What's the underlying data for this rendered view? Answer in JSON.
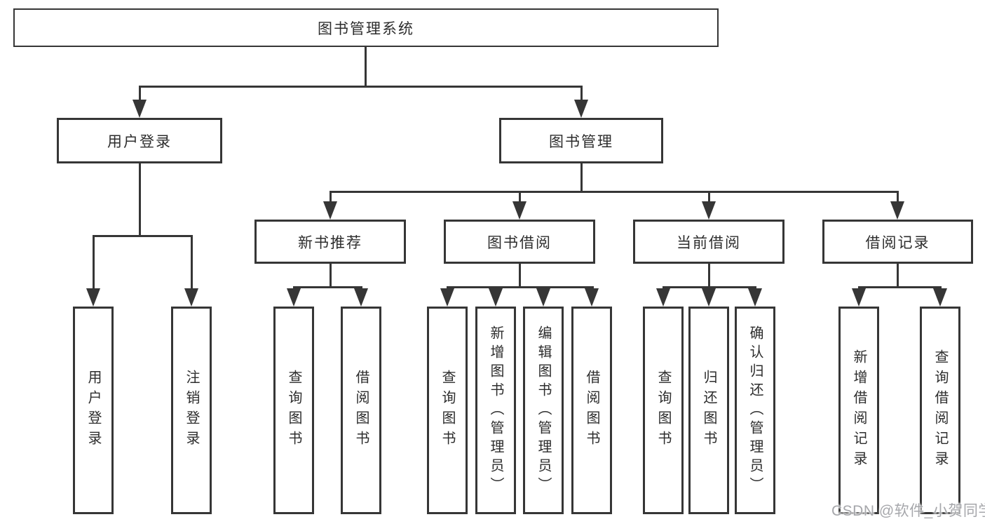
{
  "tree": {
    "label": "图书管理系统",
    "children": [
      {
        "label": "用户登录",
        "children": [
          {
            "label": "用户登录"
          },
          {
            "label": "注销登录"
          }
        ]
      },
      {
        "label": "图书管理",
        "children": [
          {
            "label": "新书推荐",
            "children": [
              {
                "label": "查询图书"
              },
              {
                "label": "借阅图书"
              }
            ]
          },
          {
            "label": "图书借阅",
            "children": [
              {
                "label": "查询图书"
              },
              {
                "label": "新增图书（管理员）"
              },
              {
                "label": "编辑图书（管理员）"
              },
              {
                "label": "借阅图书"
              }
            ]
          },
          {
            "label": "当前借阅",
            "children": [
              {
                "label": "查询图书"
              },
              {
                "label": "归还图书"
              },
              {
                "label": "确认归还（管理员）"
              }
            ]
          },
          {
            "label": "借阅记录",
            "children": [
              {
                "label": "新增借阅记录"
              },
              {
                "label": "查询借阅记录"
              }
            ]
          }
        ]
      }
    ]
  },
  "watermark": {
    "text": "CSDN @软件_小贺同学",
    "color": "#a6a7ab"
  },
  "colors": {
    "line": "#363636",
    "text": "#2d2d2d",
    "background": "#ffffff"
  }
}
